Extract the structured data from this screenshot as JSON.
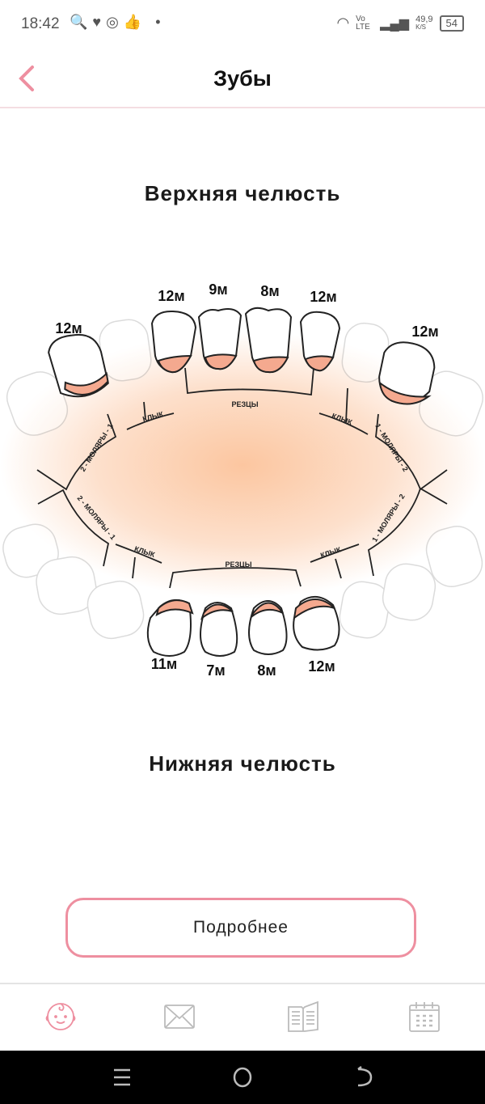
{
  "status_bar": {
    "time": "18:42",
    "net_speed": "49,9",
    "net_unit": "K/S",
    "network": "Vo LTE",
    "battery": "54"
  },
  "header": {
    "title": "Зубы"
  },
  "upper_jaw": {
    "title": "Верхняя челюсть",
    "eruption_months": [
      "12м",
      "12м",
      "9м",
      "8м",
      "12м",
      "12м"
    ],
    "groups": {
      "incisors": "РЕЗЦЫ",
      "canine_left": "КЛЫК",
      "canine_right": "КЛЫК",
      "molars_left": "2 - МОЛЯРЫ - 1",
      "molars_right": "1 - МОЛЯРЫ - 2"
    }
  },
  "lower_jaw": {
    "title": "Нижняя челюсть",
    "eruption_months": [
      "11м",
      "7м",
      "8м",
      "12м"
    ],
    "groups": {
      "incisors": "РЕЗЦЫ",
      "canine_left": "КЛЫК",
      "canine_right": "КЛЫК",
      "molars_left": "2 - МОЛЯРЫ - 1",
      "molars_right": "1 - МОЛЯРЫ - 2"
    }
  },
  "more_button": "Подробнее",
  "bottom_nav": [
    "baby-icon",
    "mail-icon",
    "book-icon",
    "calendar-icon"
  ],
  "colors": {
    "accent": "#ee8fa0",
    "gum": "#f4a98f",
    "glow": "#fcc6a0"
  }
}
